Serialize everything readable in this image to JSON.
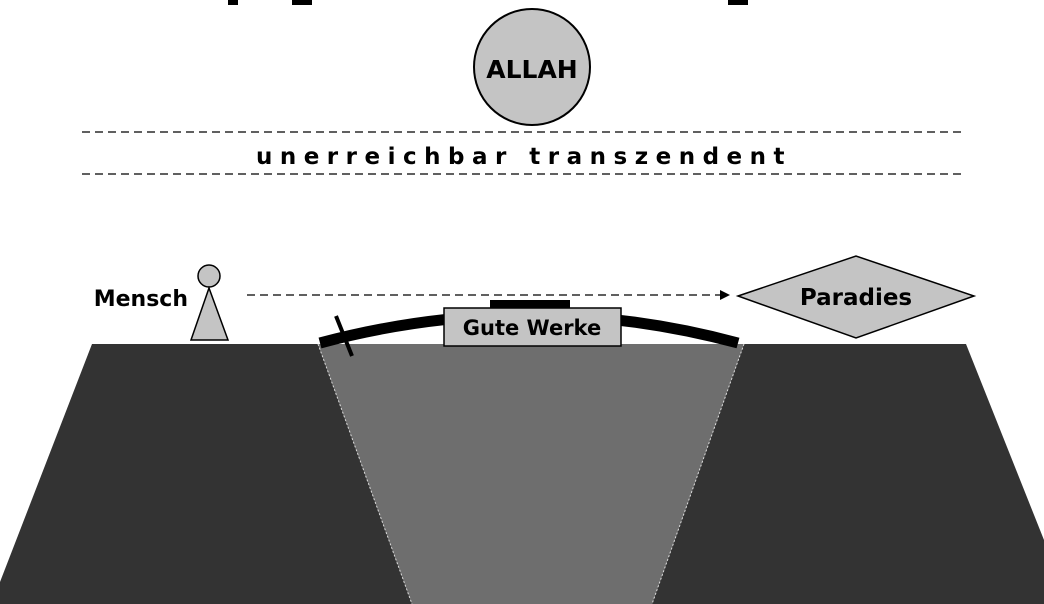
{
  "title_fragment": "",
  "god": {
    "label": "ALLAH"
  },
  "band": {
    "label": "unerreichbar transzendent"
  },
  "human": {
    "label": "Mensch"
  },
  "goal": {
    "label": "Paradies"
  },
  "bridge": {
    "label": "Gute Werke"
  },
  "colors": {
    "background": "#ffffff",
    "ground": "#333333",
    "chasm": "#6e6e6e",
    "shape_fill": "#c4c4c4",
    "outline": "#000000"
  }
}
